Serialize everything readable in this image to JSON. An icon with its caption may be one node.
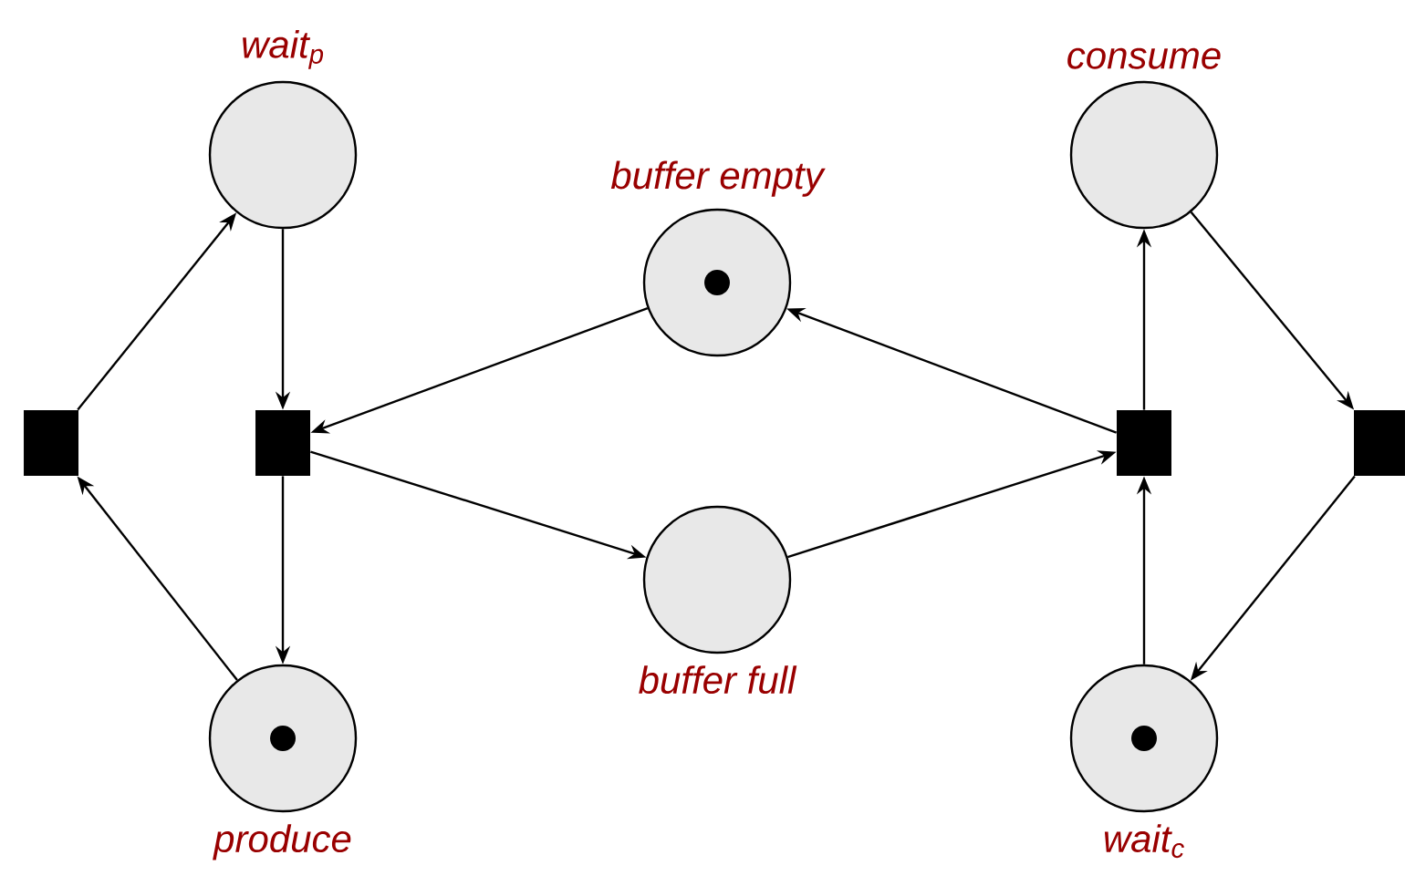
{
  "diagram": {
    "nodes": [
      {
        "text": [
          "wait$_{p}$"
        ]
      },
      {
        "text": [
          "consume"
        ]
      },
      {
        "text": [
          "buffer empty"
        ]
      },
      {
        "text": [],
        "shape": "circle",
        "in": 2
      },
      {
        "text": [],
        "shape": "box"
      },
      {
        "text": [],
        "shape": "box"
      },
      {
        "text": [],
        "shape": "box"
      },
      {
        "text": [],
        "shape": "box"
      },
      {
        "text": [
          "buffer full"
        ]
      },
      {
        "text": [
          "produce"
        ]
      },
      {
        "text": [],
        "shape": "circle",
        "in": 9
      },
      {
        "text": [
          "wait$_{c}$"
        ]
      },
      {
        "text": [],
        "shape": "circle",
        "in": 11
      }
    ],
    "edges": [
      {
        "from": 4,
        "to": 0,
        "arrow": "to"
      },
      {
        "from": 0,
        "to": 5,
        "arrow": "to"
      },
      {
        "from": 2,
        "to": 5,
        "arrow": "to"
      },
      {
        "from": 5,
        "to": 8,
        "arrow": "to"
      },
      {
        "from": 5,
        "to": 9,
        "arrow": "to"
      },
      {
        "from": 9,
        "to": 4,
        "arrow": "to"
      },
      {
        "from": 8,
        "to": 6,
        "arrow": "to"
      },
      {
        "from": 6,
        "to": 2,
        "arrow": "to"
      },
      {
        "from": 6,
        "to": 1,
        "arrow": "to"
      },
      {
        "from": 1,
        "to": 7,
        "arrow": "to"
      },
      {
        "from": 7,
        "to": 11,
        "arrow": "to"
      },
      {
        "from": 11,
        "to": 6,
        "arrow": "to"
      }
    ]
  }
}
